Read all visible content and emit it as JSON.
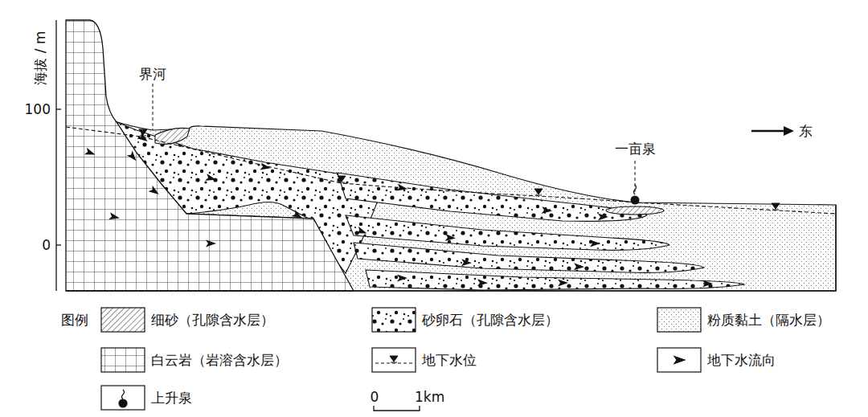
{
  "diagram": {
    "labels": [
      "海拔 / m",
      "100",
      "0",
      "界河",
      "一亩泉",
      "东",
      "图例",
      "0",
      "1km"
    ],
    "legend": [
      {
        "text": "细砂（孔隙含水层）"
      },
      {
        "text": "砂卵石（孔隙含水层）"
      },
      {
        "text": "粉质黏土（隔水层）"
      },
      {
        "text": "白云岩（岩溶含水层）"
      },
      {
        "text": "地下水位"
      },
      {
        "text": "地下水流向"
      },
      {
        "text": "上升泉"
      }
    ]
  }
}
